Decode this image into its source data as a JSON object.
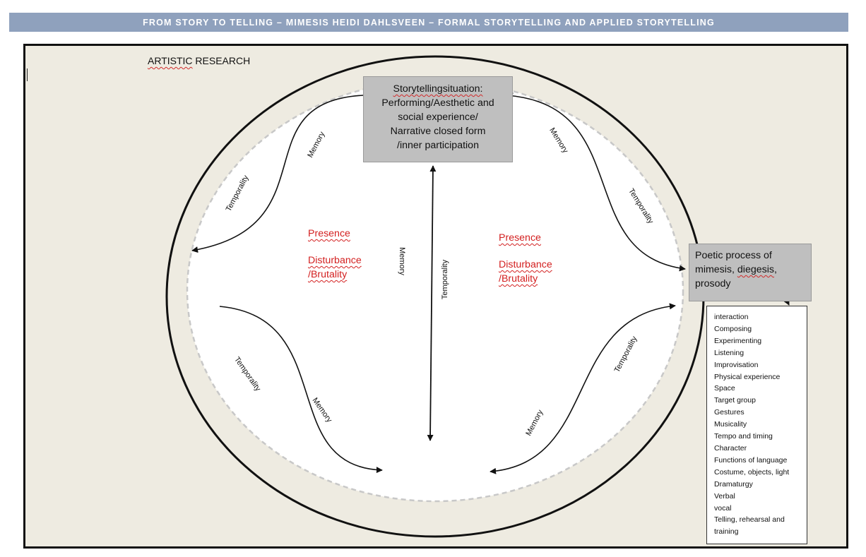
{
  "banner": "FROM STORY TO TELLING – MIMESIS HEIDI DAHLSVEEN – FORMAL STORYTELLING AND APPLIED STORYTELLING",
  "research_label": {
    "word1": "ARTISTIC",
    "word2": " RESEARCH"
  },
  "storytelling_box": {
    "line1": "Storytellingsituation:",
    "line2": "Performing/Aesthetic and",
    "line3": "social experience/",
    "line4": "Narrative closed form",
    "line5": "/inner participation"
  },
  "poetic_box": {
    "line1": "Poetic process of",
    "line2a": "mimesis, ",
    "line2b": "diegesis",
    "line2c": ",",
    "line3": "prosody"
  },
  "left_center": {
    "presence": "Presence",
    "disturbance": "Disturbance",
    "brutality": "/Brutality"
  },
  "right_center": {
    "presence": "Presence",
    "disturbance": "Disturbance",
    "brutality": "/Brutality"
  },
  "arc_labels": {
    "memory": "Memory",
    "temporality": "Temporality"
  },
  "process_list": [
    "interaction",
    "Composing",
    "Experimenting",
    "Listening",
    "Improvisation",
    "Physical experience",
    "Space",
    "Target group",
    "Gestures",
    "Musicality",
    "Tempo and timing",
    "Character",
    "Functions of language",
    "Costume, objects, light",
    "Dramaturgy",
    "Verbal",
    "vocal",
    "Telling, rehearsal and",
    "training"
  ]
}
